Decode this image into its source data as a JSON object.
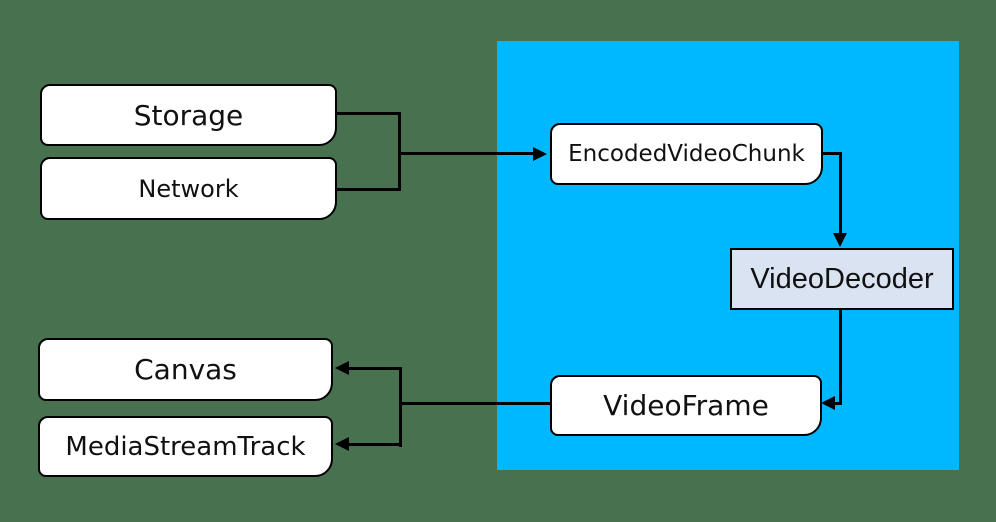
{
  "diagram": {
    "description": "WebCodecs video decoding pipeline diagram",
    "colors": {
      "background": "#48714F",
      "panel": "#00B8FF",
      "node_fill": "#FFFFFF",
      "decoder_fill": "#D9E3F1",
      "line": "#000000"
    },
    "nodes": {
      "storage": {
        "label": "Storage"
      },
      "network": {
        "label": "Network"
      },
      "encoded_video_chunk": {
        "label": "EncodedVideoChunk"
      },
      "video_decoder": {
        "label": "VideoDecoder"
      },
      "video_frame": {
        "label": "VideoFrame"
      },
      "canvas": {
        "label": "Canvas"
      },
      "media_stream_track": {
        "label": "MediaStreamTrack"
      }
    },
    "edges": [
      {
        "from": "Storage",
        "to": "EncodedVideoChunk"
      },
      {
        "from": "Network",
        "to": "EncodedVideoChunk"
      },
      {
        "from": "EncodedVideoChunk",
        "to": "VideoDecoder"
      },
      {
        "from": "VideoDecoder",
        "to": "VideoFrame"
      },
      {
        "from": "VideoFrame",
        "to": "Canvas"
      },
      {
        "from": "VideoFrame",
        "to": "MediaStreamTrack"
      }
    ]
  }
}
